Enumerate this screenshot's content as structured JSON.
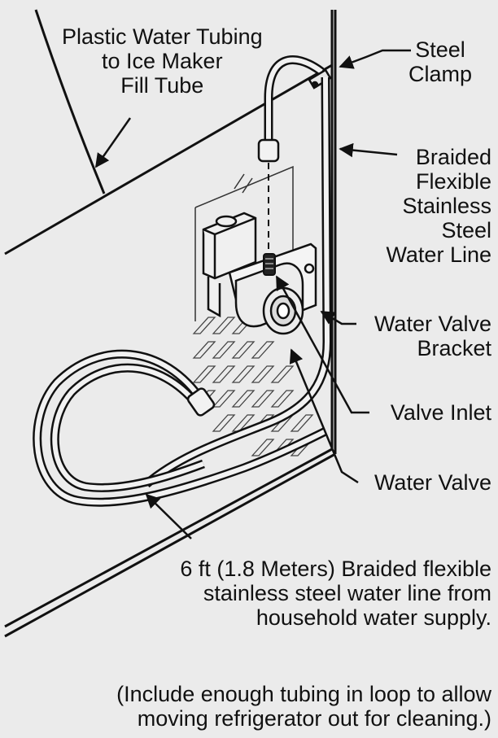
{
  "labels": {
    "plastic_tubing": [
      "Plastic Water Tubing",
      "to Ice Maker",
      "Fill Tube"
    ],
    "steel_clamp": [
      "Steel",
      "Clamp"
    ],
    "braided_line": [
      "Braided",
      "Flexible",
      "Stainless",
      "Steel",
      "Water Line"
    ],
    "valve_bracket": [
      "Water Valve",
      "Bracket"
    ],
    "valve_inlet": "Valve Inlet",
    "water_valve": "Water Valve",
    "supply_line": [
      "6 ft (1.8 Meters) Braided flexible",
      "stainless steel water line from",
      "household water supply."
    ],
    "note": [
      "(Include enough tubing in loop to allow",
      "moving refrigerator out for cleaning.)"
    ]
  }
}
